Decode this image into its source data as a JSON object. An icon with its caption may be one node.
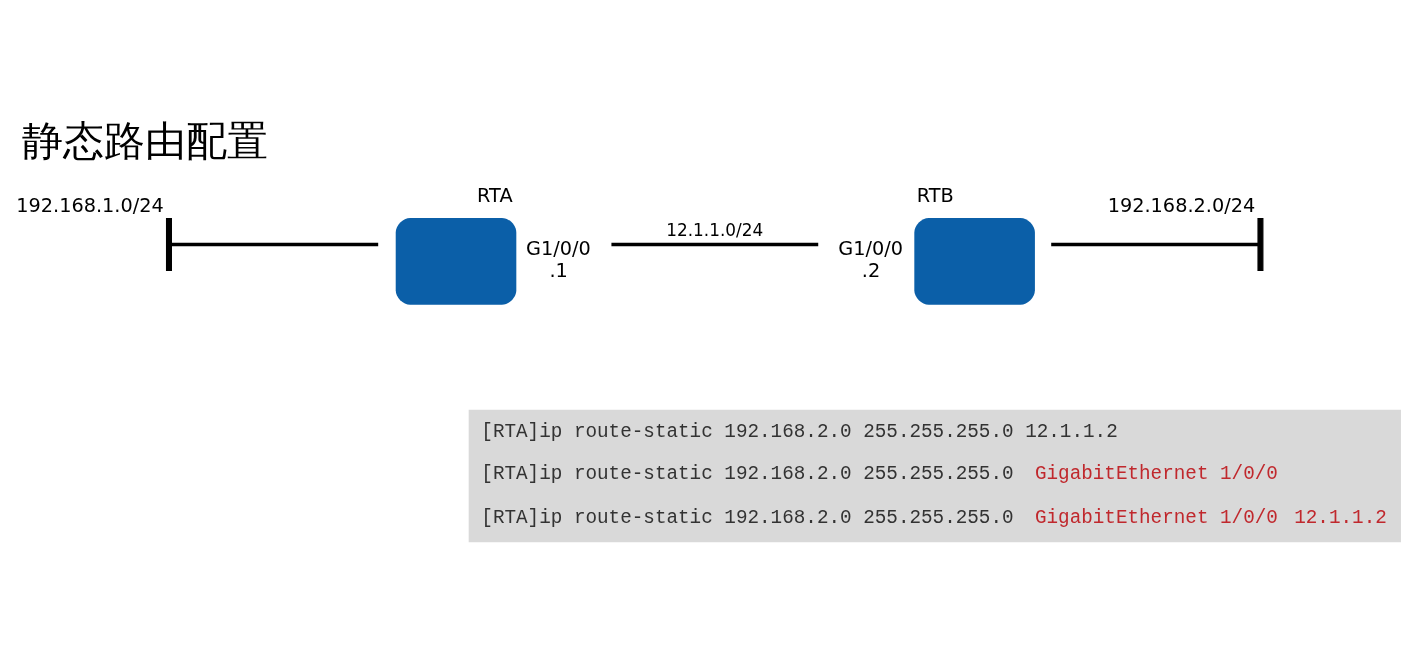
{
  "diagram": {
    "title": "静态路由配置",
    "nodes": [
      {
        "text": [],
        "shape": "bar",
        "beside": [
          "192.168.1.0/24"
        ]
      },
      {
        "text": [
          "RTA"
        ],
        "beside": [
          "G1/0/0",
          ".1"
        ]
      },
      {
        "text": [
          "RTB"
        ],
        "beside": [
          "G1/0/0",
          ".2"
        ]
      },
      {
        "text": [],
        "shape": "bar",
        "beside": [
          "192.168.2.0/24"
        ]
      }
    ],
    "edges": [
      {
        "from": 0,
        "to": 1,
        "arrow": "none"
      },
      {
        "from": 1,
        "to": 2,
        "arrow": "none",
        "label": "12.1.1.0/24"
      },
      {
        "from": 2,
        "to": 3,
        "arrow": "none"
      }
    ],
    "labels": [
      "[RTA]ip route-static 192.168.2.0 255.255.255.0 12.1.1.2",
      "[RTA]ip route-static 192.168.2.0 255.255.255.0",
      "GigabitEthernet 1/0/0",
      "[RTA]ip route-static 192.168.2.0 255.255.255.0",
      "GigabitEthernet 1/0/0",
      "12.1.1.2"
    ]
  }
}
